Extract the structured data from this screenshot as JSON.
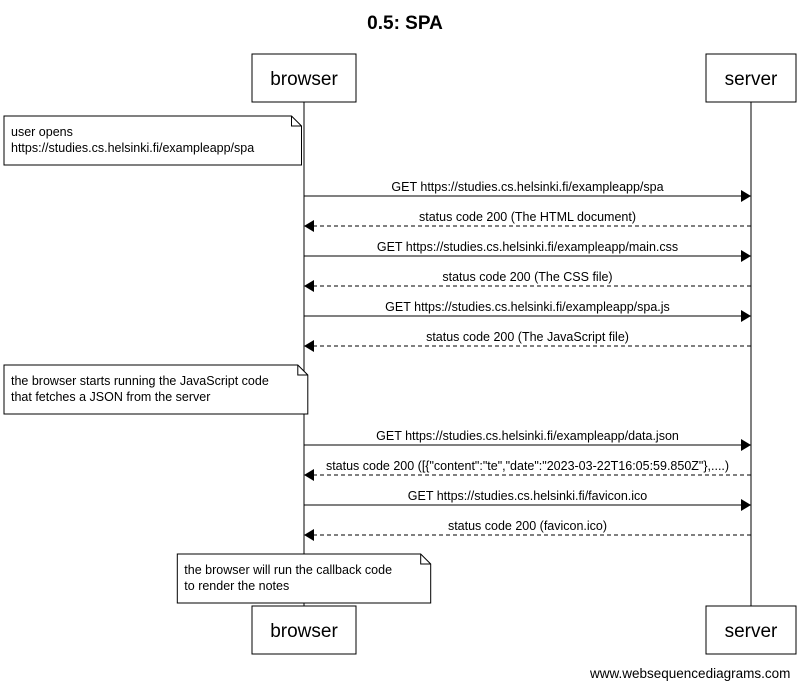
{
  "title": "0.5: SPA",
  "participants": [
    "browser",
    "server"
  ],
  "credit": "www.websequencediagrams.com",
  "items": [
    {
      "kind": "note",
      "side": "left",
      "lines": [
        "user opens",
        "https://studies.cs.helsinki.fi/exampleapp/spa"
      ]
    },
    {
      "kind": "message",
      "from": "browser",
      "to": "server",
      "style": "solid",
      "text": "GET https://studies.cs.helsinki.fi/exampleapp/spa"
    },
    {
      "kind": "message",
      "from": "server",
      "to": "browser",
      "style": "dashed",
      "text": "status code 200 (The HTML document)"
    },
    {
      "kind": "message",
      "from": "browser",
      "to": "server",
      "style": "solid",
      "text": "GET https://studies.cs.helsinki.fi/exampleapp/main.css"
    },
    {
      "kind": "message",
      "from": "server",
      "to": "browser",
      "style": "dashed",
      "text": "status code 200 (The CSS file)"
    },
    {
      "kind": "message",
      "from": "browser",
      "to": "server",
      "style": "solid",
      "text": "GET https://studies.cs.helsinki.fi/exampleapp/spa.js"
    },
    {
      "kind": "message",
      "from": "server",
      "to": "browser",
      "style": "dashed",
      "text": "status code 200 (The JavaScript file)"
    },
    {
      "kind": "note",
      "side": "left",
      "lines": [
        "the browser starts running the JavaScript code",
        "that fetches a JSON from the server"
      ]
    },
    {
      "kind": "message",
      "from": "browser",
      "to": "server",
      "style": "solid",
      "text": "GET https://studies.cs.helsinki.fi/exampleapp/data.json"
    },
    {
      "kind": "message",
      "from": "server",
      "to": "browser",
      "style": "dashed",
      "text": "status code 200 ([{\"content\":\"te\",\"date\":\"2023-03-22T16:05:59.850Z\"},....)"
    },
    {
      "kind": "message",
      "from": "browser",
      "to": "server",
      "style": "solid",
      "text": "GET https://studies.cs.helsinki.fi/favicon.ico"
    },
    {
      "kind": "message",
      "from": "server",
      "to": "browser",
      "style": "dashed",
      "text": "status code 200 (favicon.ico)"
    },
    {
      "kind": "note",
      "side": "over-browser",
      "lines": [
        "the browser will run the callback code",
        "to render the notes"
      ]
    }
  ]
}
